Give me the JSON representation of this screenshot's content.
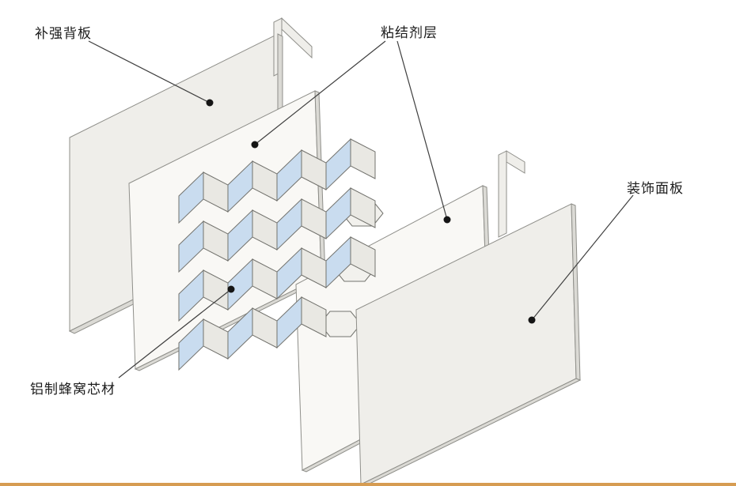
{
  "figure": {
    "labels": {
      "backing_plate": "补强背板",
      "adhesive_layer": "粘结剂层",
      "decorative_panel": "装饰面板",
      "honeycomb_core": "铝制蜂窝芯材"
    },
    "colors": {
      "background": "#ffffff",
      "panel_face": "#efeeea",
      "sheet_face": "#f9f8f5",
      "panel_edge": "#dbdad5",
      "outline": "#8f8f8a",
      "honeycomb_blue": "#c9dcef",
      "honeycomb_gray": "#e9e8e3",
      "honeycomb_outline": "#73736e",
      "hexagon_fill": "#f2f1ed",
      "leader_line": "#3f3f3f",
      "dot": "#151515",
      "bottom_bar": "#d69c52"
    }
  }
}
